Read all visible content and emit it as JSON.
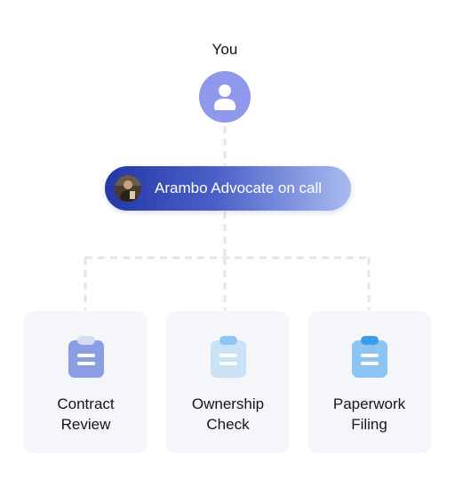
{
  "you": {
    "label": "You",
    "avatar_icon": "user-icon",
    "avatar_color": "#8f98ea"
  },
  "advocate": {
    "label": "Arambo Advocate on call",
    "photo": "advocate-photo",
    "gradient": [
      "#2438a6",
      "#4a60c8",
      "#a9bbef"
    ]
  },
  "services": [
    {
      "line1": "Contract",
      "line2": "Review",
      "icon": "clipboard-icon",
      "icon_color": "#8b9ee3"
    },
    {
      "line1": "Ownership",
      "line2": "Check",
      "icon": "clipboard-icon",
      "icon_color": "#c9e2f5"
    },
    {
      "line1": "Paperwork",
      "line2": "Filing",
      "icon": "clipboard-icon",
      "icon_color": "#8cc4f4"
    }
  ],
  "connector_color": "#e3e5ea"
}
